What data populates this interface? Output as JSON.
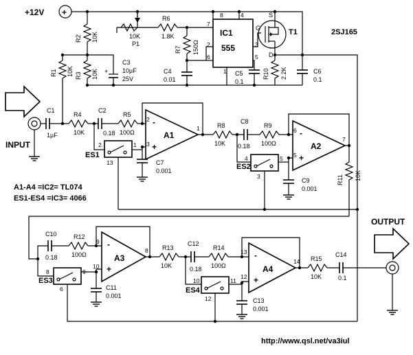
{
  "title": {
    "supply": "+12V",
    "transistor_type": "2SJ165",
    "url": "http://www.qsl.net/va3iul"
  },
  "io": {
    "input": "INPUT",
    "output": "OUTPUT"
  },
  "notes": {
    "line1": "A1-A4 =IC2= TL074",
    "line2": "ES1-ES4 =IC3= 4066"
  },
  "ic1": {
    "name": "IC1",
    "part": "555",
    "pins": [
      "8",
      "4",
      "7",
      "2",
      "6",
      "3",
      "5",
      "1"
    ]
  },
  "t1": {
    "name": "T1",
    "pins": [
      "S",
      "G",
      "D"
    ]
  },
  "opamps": [
    {
      "name": "A1",
      "minus": "-",
      "plus": "+",
      "pins": [
        "2",
        "3",
        "1"
      ]
    },
    {
      "name": "A2",
      "minus": "-",
      "plus": "+",
      "pins": [
        "6",
        "5",
        "7"
      ]
    },
    {
      "name": "A3",
      "minus": "-",
      "plus": "+",
      "pins": [
        "9",
        "10",
        "8"
      ]
    },
    {
      "name": "A4",
      "minus": "-",
      "plus": "+",
      "pins": [
        "13",
        "12",
        "14"
      ]
    }
  ],
  "switches": [
    {
      "name": "ES1",
      "pins": [
        "2",
        "1",
        "13"
      ]
    },
    {
      "name": "ES2",
      "pins": [
        "4",
        "5",
        "3"
      ]
    },
    {
      "name": "ES3",
      "pins": [
        "8",
        "9",
        "6"
      ]
    },
    {
      "name": "ES4",
      "pins": [
        "10",
        "11",
        "12"
      ]
    }
  ],
  "resistors": [
    {
      "name": "R1",
      "value": "10K"
    },
    {
      "name": "R2",
      "value": "10K"
    },
    {
      "name": "R3",
      "value": "10K"
    },
    {
      "name": "R4",
      "value": "10K"
    },
    {
      "name": "R5",
      "value": "100Ω"
    },
    {
      "name": "R6",
      "value": "1.8K"
    },
    {
      "name": "R7",
      "value": "150Ω"
    },
    {
      "name": "R8",
      "value": "10K"
    },
    {
      "name": "R9",
      "value": "100Ω"
    },
    {
      "name": "R10",
      "value": "2.2K"
    },
    {
      "name": "R11",
      "value": "10K"
    },
    {
      "name": "R12",
      "value": "100Ω"
    },
    {
      "name": "R13",
      "value": "10K"
    },
    {
      "name": "R14",
      "value": "100Ω"
    },
    {
      "name": "R15",
      "value": "10K"
    }
  ],
  "pot": {
    "name": "P1",
    "value": "10K"
  },
  "capacitors": [
    {
      "name": "C1",
      "value": "1µF"
    },
    {
      "name": "C2",
      "value": "0.18"
    },
    {
      "name": "C3",
      "value": "10µF",
      "value2": "25V"
    },
    {
      "name": "C4",
      "value": "0.01"
    },
    {
      "name": "C5",
      "value": "0.1"
    },
    {
      "name": "C6",
      "value": "0.1"
    },
    {
      "name": "C7",
      "value": "0.001"
    },
    {
      "name": "C8",
      "value": "0.18"
    },
    {
      "name": "C9",
      "value": "0.001"
    },
    {
      "name": "C10",
      "value": "0.18"
    },
    {
      "name": "C11",
      "value": "0.001"
    },
    {
      "name": "C12",
      "value": "0.18"
    },
    {
      "name": "C13",
      "value": "0.001"
    },
    {
      "name": "C14",
      "value": "0.1"
    }
  ]
}
